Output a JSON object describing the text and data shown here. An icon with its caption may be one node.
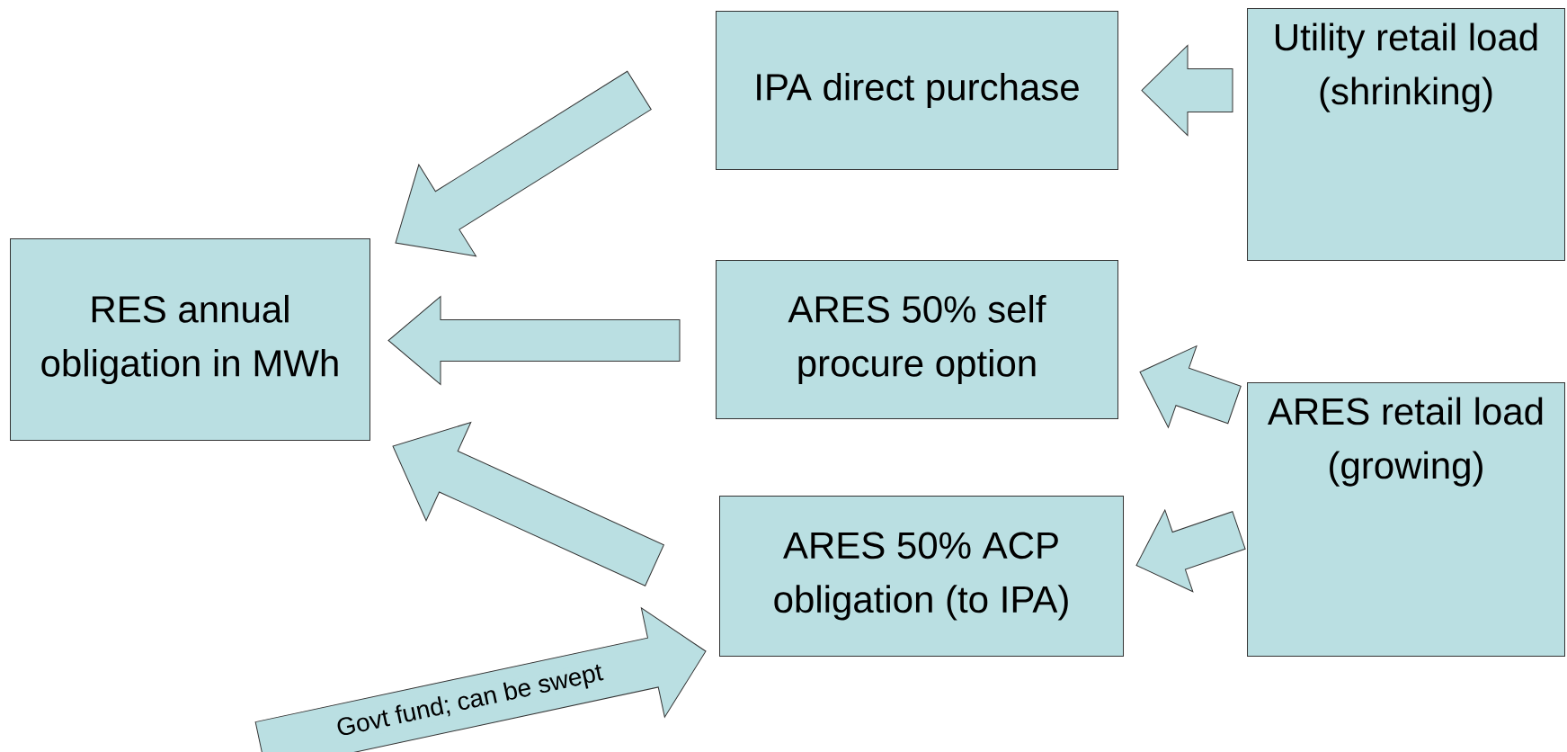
{
  "diagram": {
    "nodes": [
      {
        "text": [
          "RES annual obligation in MWh"
        ]
      },
      {
        "text": [
          "IPA direct purchase"
        ]
      },
      {
        "text": [
          "Utility retail load (shrinking)"
        ]
      },
      {
        "text": [
          "ARES 50% self procure option"
        ]
      },
      {
        "text": [
          "ARES retail load (growing)"
        ]
      },
      {
        "text": [
          "ARES 50% ACP obligation (to IPA)"
        ]
      }
    ],
    "edges": [
      {
        "from": 1,
        "to": 0,
        "arrow": "to"
      },
      {
        "from": 3,
        "to": 0,
        "arrow": "to"
      },
      {
        "from": 5,
        "to": 0,
        "arrow": "to"
      },
      {
        "from": 2,
        "to": 1,
        "arrow": "to"
      },
      {
        "from": 4,
        "to": 3,
        "arrow": "to"
      },
      {
        "from": 4,
        "to": 5,
        "arrow": "to"
      },
      {
        "from": null,
        "to": 5,
        "arrow": "to",
        "label": "Govt fund; can be swept"
      }
    ]
  }
}
